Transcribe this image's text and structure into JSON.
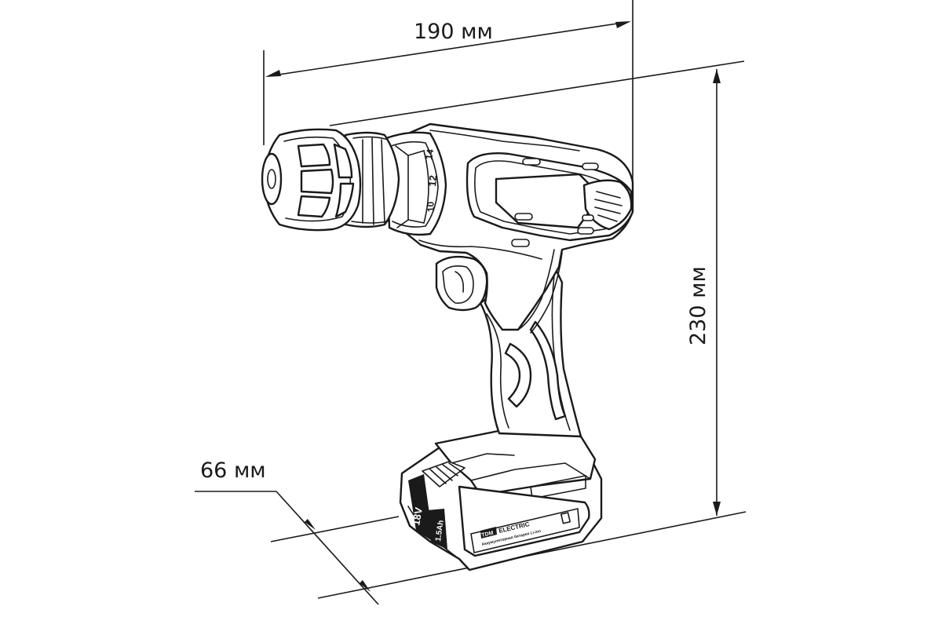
{
  "dimensions": {
    "length": "190 мм",
    "height": "230 мм",
    "width": "66 мм"
  },
  "chuck_settings": [
    "14",
    "12",
    "10"
  ],
  "battery": {
    "voltage": "18V",
    "capacity": "1.5Ah",
    "brand_box": "TDM",
    "brand_name": "ELECTRIC",
    "caption": "Аккумуляторная батарея Li-ion"
  }
}
